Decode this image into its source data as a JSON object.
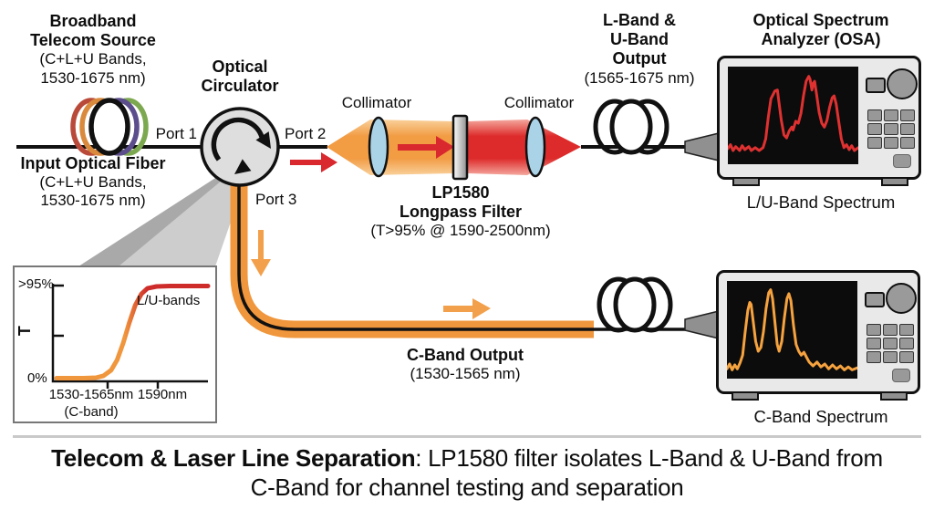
{
  "source": {
    "line1": "Broadband",
    "line2": "Telecom Source",
    "line3": "(C+L+U Bands,",
    "line4": "1530-1675 nm)"
  },
  "input_fiber": {
    "line1": "Input Optical Fiber",
    "line2": "(C+L+U Bands,",
    "line3": "1530-1675 nm)"
  },
  "circulator": {
    "line1": "Optical",
    "line2": "Circulator",
    "port1": "Port 1",
    "port2": "Port 2",
    "port3": "Port 3"
  },
  "collimators": {
    "left": "Collimator",
    "right": "Collimator"
  },
  "filter": {
    "line1": "LP1580",
    "line2": "Longpass Filter",
    "line3": "(T>95% @ 1590-2500nm)"
  },
  "lu_output": {
    "line1": "L-Band &",
    "line2": "U-Band",
    "line3": "Output",
    "line4": "(1565-1675 nm)"
  },
  "osa": {
    "title1": "Optical Spectrum",
    "title2": "Analyzer (OSA)"
  },
  "spectra": {
    "top_caption": "L/U-Band Spectrum",
    "bottom_caption": "C-Band Spectrum"
  },
  "c_output": {
    "line1": "C-Band Output",
    "line2": "(1530-1565 nm)"
  },
  "inset": {
    "y_max": ">95%",
    "y_label": "T",
    "y_min": "0%",
    "x_label1": "1530-1565nm",
    "x_label2": "1590nm",
    "x_sublabel": "(C-band)",
    "curve_label": "L/U-bands"
  },
  "caption": {
    "bold": "Telecom & Laser Line Separation",
    "regular": ": LP1580 filter isolates L-Band & U-Band from",
    "line2": "C-Band for channel testing and separation"
  },
  "colors": {
    "orange": "#F0963C",
    "red_arrow": "#D9282E",
    "trace_red": "#E03131",
    "trace_orange": "#F5A23F",
    "lens_blue": "#ABD3E8",
    "device_gray": "#E9E9E9",
    "screen_black": "#0c0c0c",
    "coil_red": "#B94A3A",
    "coil_orange": "#D98A3C",
    "coil_purple": "#5C4E8C",
    "coil_green": "#7CA84F"
  },
  "traces": {
    "lu": [
      [
        0,
        0.84
      ],
      [
        0.02,
        0.8
      ],
      [
        0.04,
        0.86
      ],
      [
        0.06,
        0.82
      ],
      [
        0.09,
        0.86
      ],
      [
        0.11,
        0.81
      ],
      [
        0.13,
        0.85
      ],
      [
        0.16,
        0.82
      ],
      [
        0.18,
        0.86
      ],
      [
        0.21,
        0.83
      ],
      [
        0.24,
        0.86
      ],
      [
        0.27,
        0.83
      ],
      [
        0.29,
        0.74
      ],
      [
        0.31,
        0.52
      ],
      [
        0.33,
        0.33
      ],
      [
        0.36,
        0.25
      ],
      [
        0.38,
        0.24
      ],
      [
        0.39,
        0.35
      ],
      [
        0.41,
        0.55
      ],
      [
        0.43,
        0.7
      ],
      [
        0.45,
        0.73
      ],
      [
        0.47,
        0.66
      ],
      [
        0.49,
        0.62
      ],
      [
        0.5,
        0.65
      ],
      [
        0.52,
        0.56
      ],
      [
        0.54,
        0.58
      ],
      [
        0.56,
        0.48
      ],
      [
        0.58,
        0.3
      ],
      [
        0.6,
        0.15
      ],
      [
        0.62,
        0.1
      ],
      [
        0.63,
        0.13
      ],
      [
        0.645,
        0.24
      ],
      [
        0.655,
        0.17
      ],
      [
        0.665,
        0.15
      ],
      [
        0.68,
        0.28
      ],
      [
        0.7,
        0.47
      ],
      [
        0.72,
        0.58
      ],
      [
        0.74,
        0.62
      ],
      [
        0.76,
        0.55
      ],
      [
        0.78,
        0.42
      ],
      [
        0.8,
        0.32
      ],
      [
        0.815,
        0.3
      ],
      [
        0.83,
        0.38
      ],
      [
        0.85,
        0.56
      ],
      [
        0.87,
        0.74
      ],
      [
        0.89,
        0.83
      ],
      [
        0.91,
        0.8
      ],
      [
        0.93,
        0.85
      ],
      [
        0.95,
        0.81
      ],
      [
        0.97,
        0.86
      ],
      [
        1,
        0.83
      ]
    ],
    "c": [
      [
        0,
        0.9
      ],
      [
        0.02,
        0.85
      ],
      [
        0.04,
        0.91
      ],
      [
        0.06,
        0.86
      ],
      [
        0.08,
        0.9
      ],
      [
        0.1,
        0.84
      ],
      [
        0.12,
        0.76
      ],
      [
        0.14,
        0.52
      ],
      [
        0.16,
        0.3
      ],
      [
        0.175,
        0.22
      ],
      [
        0.185,
        0.24
      ],
      [
        0.2,
        0.4
      ],
      [
        0.22,
        0.62
      ],
      [
        0.24,
        0.72
      ],
      [
        0.26,
        0.68
      ],
      [
        0.28,
        0.52
      ],
      [
        0.3,
        0.28
      ],
      [
        0.32,
        0.12
      ],
      [
        0.335,
        0.09
      ],
      [
        0.35,
        0.18
      ],
      [
        0.37,
        0.45
      ],
      [
        0.385,
        0.65
      ],
      [
        0.4,
        0.72
      ],
      [
        0.42,
        0.62
      ],
      [
        0.44,
        0.38
      ],
      [
        0.46,
        0.18
      ],
      [
        0.475,
        0.13
      ],
      [
        0.49,
        0.2
      ],
      [
        0.51,
        0.45
      ],
      [
        0.53,
        0.65
      ],
      [
        0.55,
        0.72
      ],
      [
        0.57,
        0.76
      ],
      [
        0.59,
        0.73
      ],
      [
        0.61,
        0.78
      ],
      [
        0.63,
        0.83
      ],
      [
        0.66,
        0.87
      ],
      [
        0.69,
        0.83
      ],
      [
        0.72,
        0.88
      ],
      [
        0.75,
        0.85
      ],
      [
        0.78,
        0.9
      ],
      [
        0.81,
        0.86
      ],
      [
        0.84,
        0.9
      ],
      [
        0.87,
        0.87
      ],
      [
        0.9,
        0.91
      ],
      [
        0.93,
        0.88
      ],
      [
        0.96,
        0.91
      ],
      [
        1,
        0.89
      ]
    ],
    "inset_curve": [
      [
        0,
        0.995
      ],
      [
        0.18,
        0.995
      ],
      [
        0.26,
        0.99
      ],
      [
        0.31,
        0.97
      ],
      [
        0.36,
        0.91
      ],
      [
        0.4,
        0.8
      ],
      [
        0.44,
        0.62
      ],
      [
        0.48,
        0.4
      ],
      [
        0.52,
        0.21
      ],
      [
        0.56,
        0.09
      ],
      [
        0.6,
        0.03
      ],
      [
        0.66,
        0.01
      ],
      [
        0.75,
        0.005
      ],
      [
        1,
        0.005
      ]
    ]
  }
}
